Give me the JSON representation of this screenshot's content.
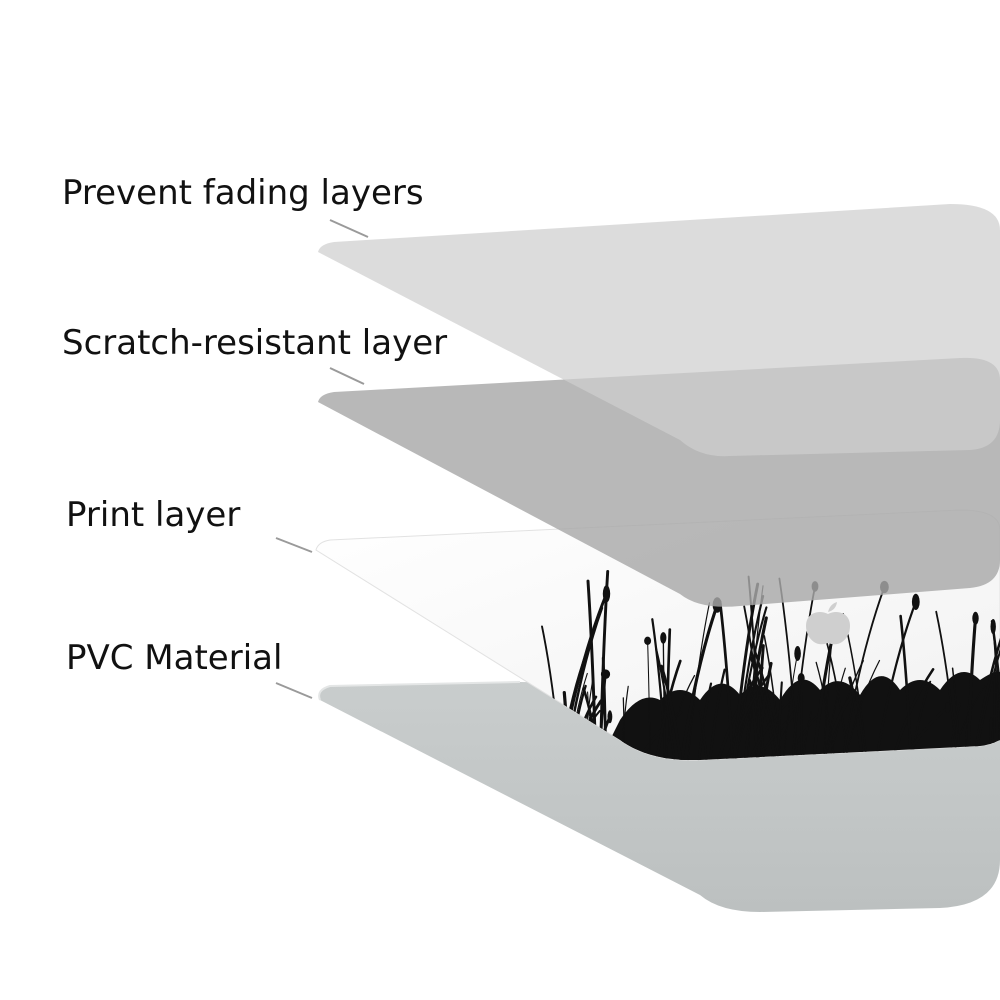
{
  "labels": {
    "prevent_fading": "Prevent fading layers",
    "scratch_resistant": "Scratch-resistant layer",
    "print": "Print layer",
    "pvc": "PVC Material"
  },
  "colors": {
    "background": "#ffffff",
    "text": "#111111",
    "leader_line": "#9a9a9a",
    "prevent_fading_layer": "#d9d9d9",
    "scratch_resistant_layer": "#b2b2b2",
    "print_layer": "#fafafa",
    "pvc_layer": "#c2c6c6",
    "grass_print": "#111111",
    "logo": "#cfcfcf"
  },
  "icons": {
    "logo": "apple-logo-icon"
  }
}
